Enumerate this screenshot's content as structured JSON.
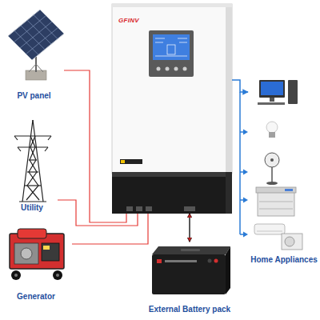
{
  "diagram": {
    "nodes": [
      {
        "text": [
          "PV panel"
        ]
      },
      {
        "text": [
          "GFINV"
        ]
      },
      {
        "text": [
          "Utility"
        ]
      },
      {
        "text": [
          "Generator"
        ]
      },
      {
        "text": [
          "External Battery pack"
        ]
      },
      {
        "text": [
          "Home Appliances"
        ]
      }
    ],
    "edges": [
      {
        "from": 0,
        "to": 1,
        "arrow": "none"
      },
      {
        "from": 2,
        "to": 1,
        "arrow": "none"
      },
      {
        "from": 3,
        "to": 1,
        "arrow": "none"
      },
      {
        "from": 1,
        "to": 4,
        "arrow": "both"
      },
      {
        "from": 1,
        "to": 5,
        "arrow": "to"
      }
    ]
  }
}
